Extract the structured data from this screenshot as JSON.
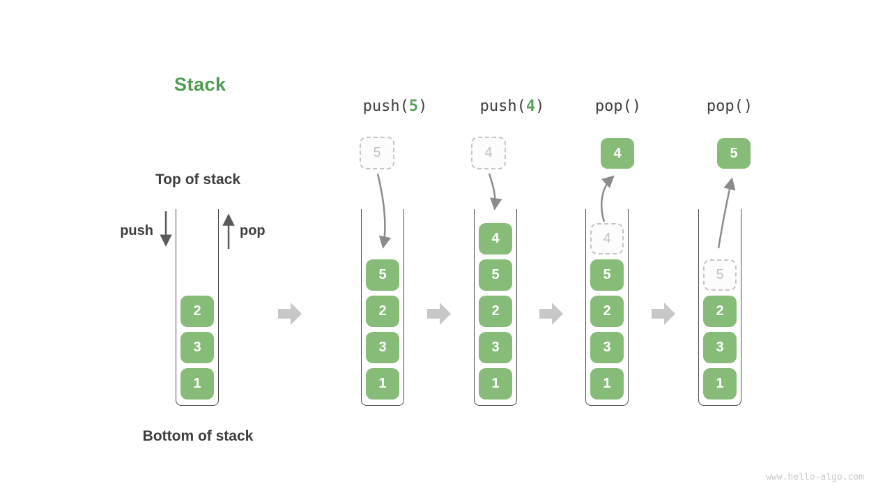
{
  "title": "Stack",
  "watermark": "www.hello-algo.com",
  "labels": {
    "top_of_stack": "Top of stack",
    "bottom_of_stack": "Bottom of stack",
    "push": "push",
    "pop": "pop"
  },
  "colors": {
    "block_green": "#87BB78",
    "title_green": "#4E9B52",
    "operation_arg_green": "#55A158",
    "dark_text": "#3D3D3D",
    "container_wall": "#4A4A4A",
    "curved_arrow_gray": "#8A8A8A",
    "block_arrow_gray": "#C7C7C7",
    "dashed_gray": "#C5C5C5",
    "watermark_gray": "#C9C9C9"
  },
  "columns": [
    {
      "name": "initial",
      "blocks": [
        {
          "value": "2"
        },
        {
          "value": "3"
        },
        {
          "value": "1"
        }
      ]
    },
    {
      "name": "push-5",
      "operation": {
        "prefix": "push(",
        "arg": "5",
        "suffix": ")"
      },
      "pending_value": "5",
      "blocks": [
        {
          "value": "5"
        },
        {
          "value": "2"
        },
        {
          "value": "3"
        },
        {
          "value": "1"
        }
      ]
    },
    {
      "name": "push-4",
      "operation": {
        "prefix": "push(",
        "arg": "4",
        "suffix": ")"
      },
      "pending_value": "4",
      "blocks": [
        {
          "value": "4"
        },
        {
          "value": "5"
        },
        {
          "value": "2"
        },
        {
          "value": "3"
        },
        {
          "value": "1"
        }
      ]
    },
    {
      "name": "pop-4",
      "operation": {
        "prefix": "pop()",
        "arg": "",
        "suffix": ""
      },
      "popped_value": "4",
      "blocks": [
        {
          "value": "4",
          "dashed": true
        },
        {
          "value": "5"
        },
        {
          "value": "2"
        },
        {
          "value": "3"
        },
        {
          "value": "1"
        }
      ]
    },
    {
      "name": "pop-5",
      "operation": {
        "prefix": "pop()",
        "arg": "",
        "suffix": ""
      },
      "popped_value": "5",
      "blocks": [
        {
          "value": "5",
          "dashed": true
        },
        {
          "value": "2"
        },
        {
          "value": "3"
        },
        {
          "value": "1"
        }
      ]
    }
  ]
}
